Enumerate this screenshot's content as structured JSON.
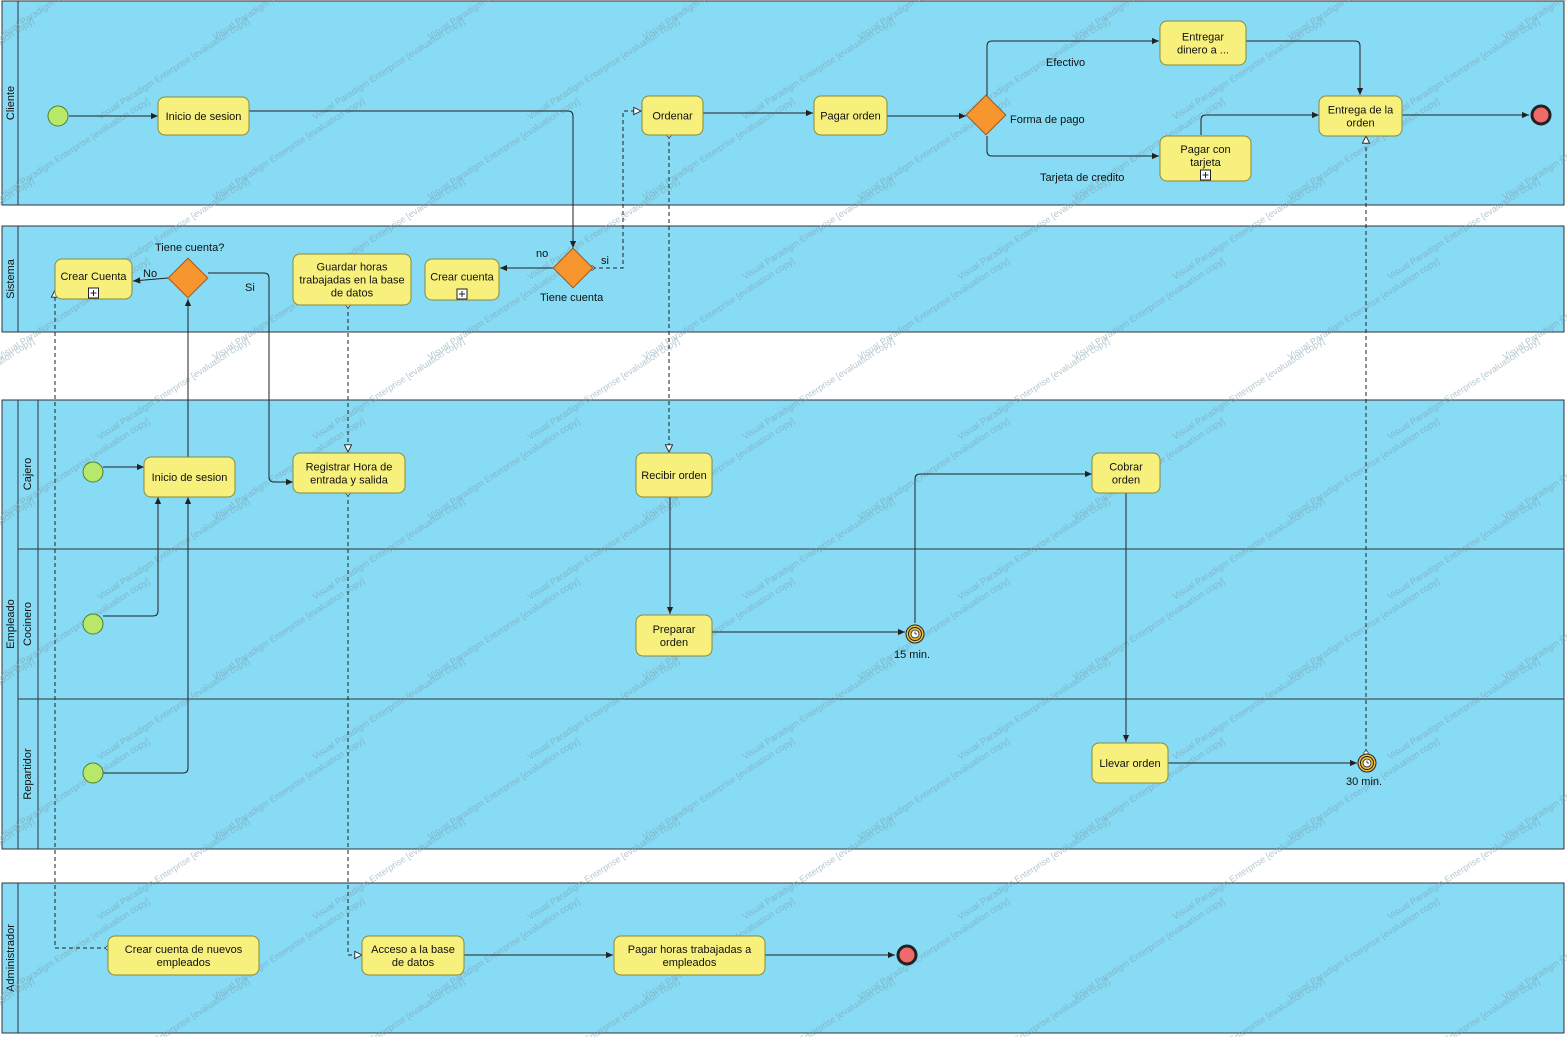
{
  "pools": {
    "cliente": "Cliente",
    "sistema": "Sistema",
    "empleado": "Empleado",
    "administrador": "Administrador"
  },
  "lanes": {
    "cajero": "Cajero",
    "cocinero": "Cocinero",
    "repartidor": "Repartidor"
  },
  "tasks": {
    "inicio_sesion_cliente": [
      "Inicio de sesion"
    ],
    "ordenar": [
      "Ordenar"
    ],
    "pagar_orden": [
      "Pagar orden"
    ],
    "entregar_dinero": [
      "Entregar",
      "dinero a ..."
    ],
    "pagar_tarjeta": [
      "Pagar con",
      "tarjeta"
    ],
    "entrega_orden": [
      "Entrega de la",
      "orden"
    ],
    "crear_cuenta_sistema_1": [
      "Crear Cuenta"
    ],
    "guardar_horas": [
      "Guardar horas",
      "trabajadas en la base",
      "de datos"
    ],
    "crear_cuenta_sistema_2": [
      "Crear cuenta"
    ],
    "inicio_sesion_cajero": [
      "Inicio de sesion"
    ],
    "registrar_hora": [
      "Registrar Hora de",
      "entrada y salida"
    ],
    "recibir_orden": [
      "Recibir orden"
    ],
    "cobrar_orden": [
      "Cobrar",
      "orden"
    ],
    "preparar_orden": [
      "Preparar",
      "orden"
    ],
    "llevar_orden": [
      "Llevar orden"
    ],
    "crear_cuenta_empleados": [
      "Crear cuenta de nuevos",
      "empleados"
    ],
    "acceso_bd": [
      "Acceso a la base",
      "de datos"
    ],
    "pagar_horas": [
      "Pagar horas trabajadas a",
      "empleados"
    ]
  },
  "labels": {
    "forma_de_pago": "Forma de pago",
    "efectivo": "Efectivo",
    "tarjeta_de_credito": "Tarjeta de credito",
    "tiene_cuenta": "Tiene cuenta",
    "tiene_cuenta_q": "Tiene cuenta?",
    "no_lower": "no",
    "si_lower": "si",
    "no_upper": "No",
    "si_upper": "Si",
    "timer_15": "15 min.",
    "timer_30": "30 min."
  },
  "watermark": "Visual Paradigm Enterprise [evaluation copy]",
  "colors": {
    "pool_fill": "#87dbf4",
    "task_fill": "#f7f07c",
    "gateway_fill": "#f7962e",
    "start_fill": "#b8e86a",
    "end_fill": "#f06a6a"
  }
}
